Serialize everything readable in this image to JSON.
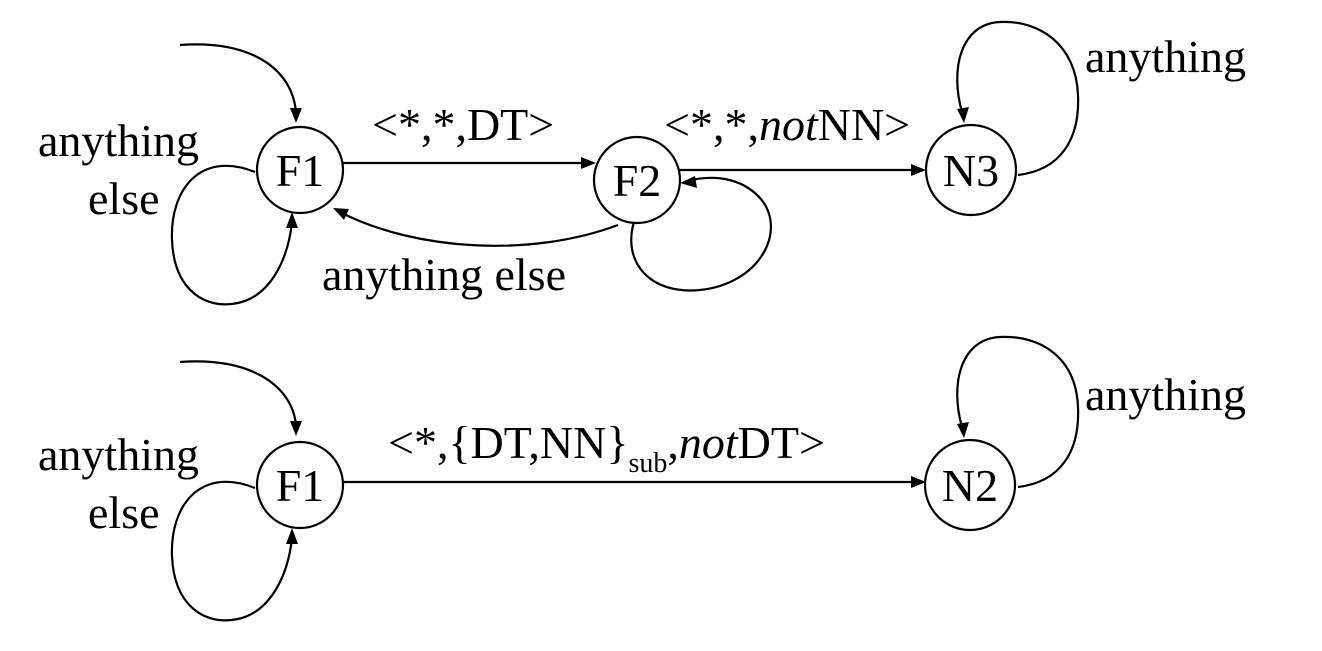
{
  "diagrams": [
    {
      "nodes": {
        "f1": "F1",
        "f2": "F2",
        "n3": "N3"
      },
      "edges": {
        "f1_self_line1": "anything",
        "f1_self_line2": "else",
        "f1_f2_label": "<*,*,DT>",
        "f2_n3_prefix": "<*,*,",
        "f2_n3_not": "not",
        "f2_n3_suffix": "NN>",
        "f2_f1_label": "anything else",
        "n3_self_label": "anything"
      }
    },
    {
      "nodes": {
        "f1": "F1",
        "n2": "N2"
      },
      "edges": {
        "f1_self_line1": "anything",
        "f1_self_line2": "else",
        "f1_n2_prefix": "<*,{DT,NN}",
        "f1_n2_sub": "sub",
        "f1_n2_comma": ",",
        "f1_n2_not": "not",
        "f1_n2_suffix": "DT>",
        "n2_self_label": "anything"
      }
    }
  ]
}
